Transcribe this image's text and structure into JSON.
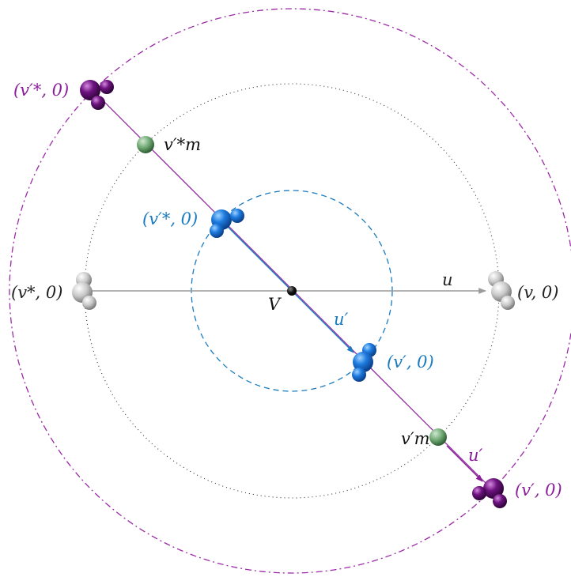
{
  "labels": {
    "v_star_prime_outer": "(v′*, 0)",
    "v_star_m_prime": "v′*m",
    "v_star_prime_inner": "(v′*, 0)",
    "v_star": "(v*, 0)",
    "v": "(v, 0)",
    "center": "V",
    "u": "u",
    "u_prime_inner": "u′",
    "v_prime_inner": "(v′, 0)",
    "v_m_prime": "v′m",
    "u_prime_outer": "u′",
    "v_prime_outer": "(v′, 0)"
  },
  "colors": {
    "gray": "#9a9a9a",
    "gray_text": "#222222",
    "blue": "#1a7bc0",
    "blue_ball": "#1565c0",
    "purple": "#8b1e9a",
    "purple_ball": "#5a0a6a",
    "green": "#5a9a60",
    "black": "#000000"
  }
}
